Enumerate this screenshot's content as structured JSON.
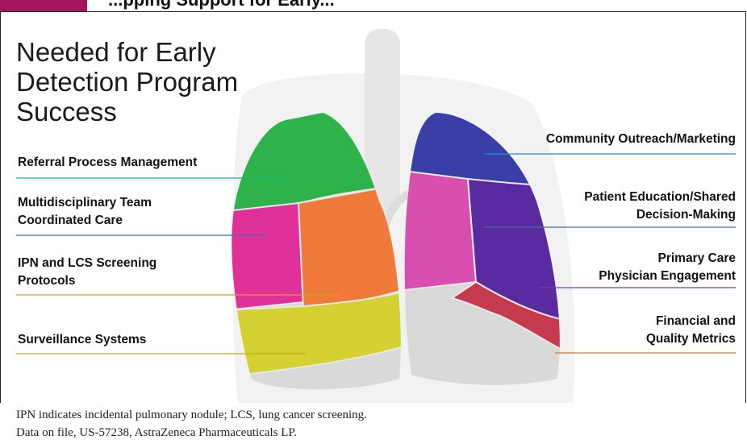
{
  "header": {
    "partial_title": "...pping Support for Early..."
  },
  "heading": [
    "Needed for Early",
    "Detection Program",
    "Success"
  ],
  "labels_left": [
    {
      "text": [
        "Referral Process Management"
      ],
      "color": "#1db877"
    },
    {
      "text": [
        "Multidisciplinary Team",
        "Coordinated Care"
      ],
      "color": "#3f6ea6"
    },
    {
      "text": [
        "IPN and LCS Screening",
        "Protocols"
      ],
      "color": "#d9a11a"
    },
    {
      "text": [
        "Surveillance Systems"
      ],
      "color": "#c8a82a"
    }
  ],
  "labels_right": [
    {
      "text": [
        "Community Outreach/Marketing"
      ],
      "color": "#2e86c1"
    },
    {
      "text": [
        "Patient Education/Shared",
        "Decision-Making"
      ],
      "color": "#3f6ea6"
    },
    {
      "text": [
        "Primary Care",
        "Physician Engagement"
      ],
      "color": "#7a3fa0"
    },
    {
      "text": [
        "Financial and",
        "Quality Metrics"
      ],
      "color": "#d9772a"
    }
  ],
  "footnotes": [
    "IPN indicates incidental pulmonary nodule; LCS, lung cancer screening.",
    "Data on file, US-57238, AstraZeneca Pharmaceuticals LP."
  ],
  "puzzle_colors": {
    "green": "#2db34a",
    "magenta": "#e0309a",
    "orange": "#f07a3a",
    "yellow": "#d6d132",
    "blue": "#3a3fa8",
    "pink": "#d84fb0",
    "purple": "#5a2aa0",
    "red": "#c63a4e",
    "accent": "#a3175a"
  }
}
